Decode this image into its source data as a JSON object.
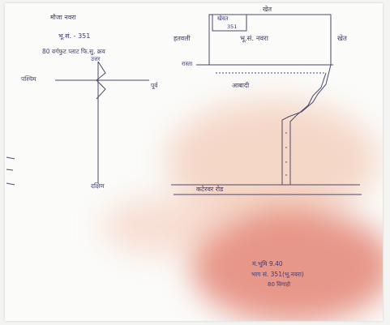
{
  "header": {
    "village": "मौजा नवरा",
    "plot_no": "भू.सं. - 351",
    "area": "80 वर्गफुट प्लाट फि.सु. क्रव"
  },
  "compass": {
    "north": "उत्तर",
    "south": "दक्षिण",
    "east": "पूर्व",
    "west": "पश्चिम"
  },
  "plan": {
    "top_neighbor": "खेत",
    "right_neighbor": "खेत",
    "left_neighbor": "हतवली",
    "inner_label_line1": "खेवत",
    "inner_label_line2": "351",
    "plot_label": "भू.सं. नवरा",
    "road_label_left": "रास्ता",
    "lane_label": "आबादी",
    "main_road": "कटेरवर रोड"
  },
  "signature_block": {
    "line1": "मं.भूमि 9.40",
    "line2": "भाग सं. 351(भू.नवरा)",
    "line3": "80 विगाहो"
  },
  "colors": {
    "ink": "#3b3a73",
    "paper": "#fbfbf9",
    "stain": "#d9442f"
  }
}
